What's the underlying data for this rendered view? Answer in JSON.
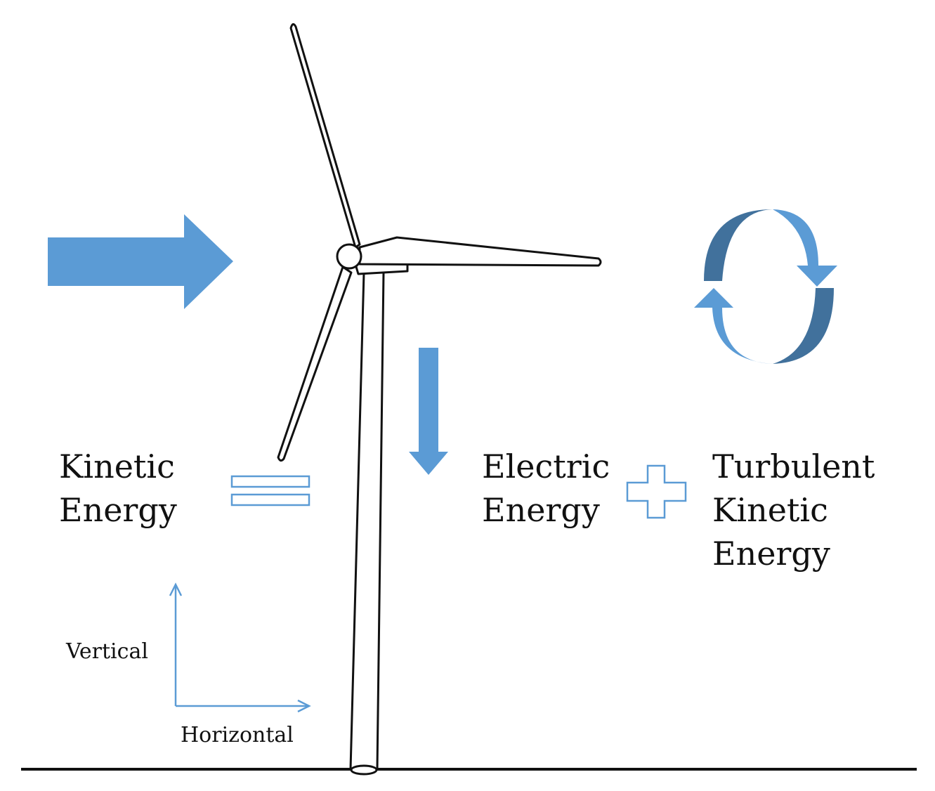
{
  "colors": {
    "accent": "#5b9bd5",
    "accent_dark": "#41719c",
    "line": "#111111",
    "background": "#ffffff"
  },
  "equation": {
    "lhs": {
      "line1": "Kinetic",
      "line2": "Energy"
    },
    "operator_equals": "equals-icon",
    "rhs_term1": {
      "line1": "Electric",
      "line2": "Energy"
    },
    "operator_plus": "plus-icon",
    "rhs_term2": {
      "line1": "Turbulent",
      "line2": "Kinetic",
      "line3": "Energy"
    }
  },
  "axes": {
    "vertical_label": "Vertical",
    "horizontal_label": "Horizontal"
  },
  "icons": [
    "incoming-wind-arrow-icon",
    "wind-turbine-icon",
    "extraction-down-arrow-icon",
    "turbulence-cycle-icon",
    "equals-icon",
    "plus-icon",
    "vertical-axis-arrow-icon",
    "horizontal-axis-arrow-icon"
  ]
}
